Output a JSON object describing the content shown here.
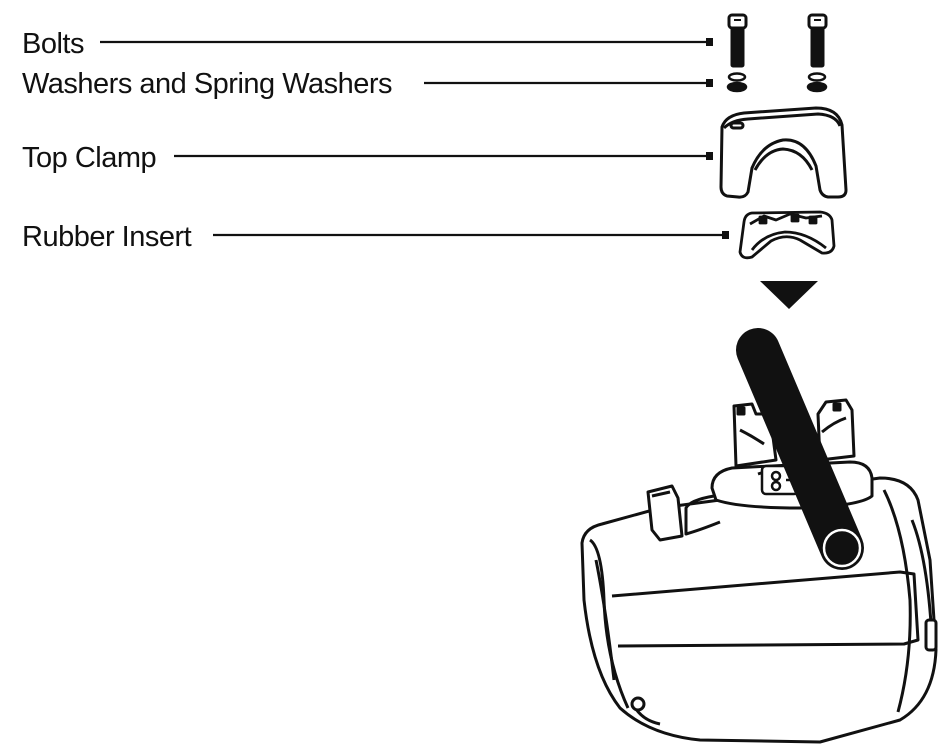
{
  "diagram": {
    "callouts": [
      {
        "key": "bolts",
        "label": "Bolts"
      },
      {
        "key": "washers",
        "label": "Washers and Spring Washers"
      },
      {
        "key": "top_clamp",
        "label": "Top Clamp"
      },
      {
        "key": "rubber_insert",
        "label": "Rubber Insert"
      }
    ]
  },
  "colors": {
    "stroke": "#111111",
    "fill": "#ffffff",
    "bar": "#111111"
  },
  "icons": {
    "direction": "down-arrow-icon"
  }
}
